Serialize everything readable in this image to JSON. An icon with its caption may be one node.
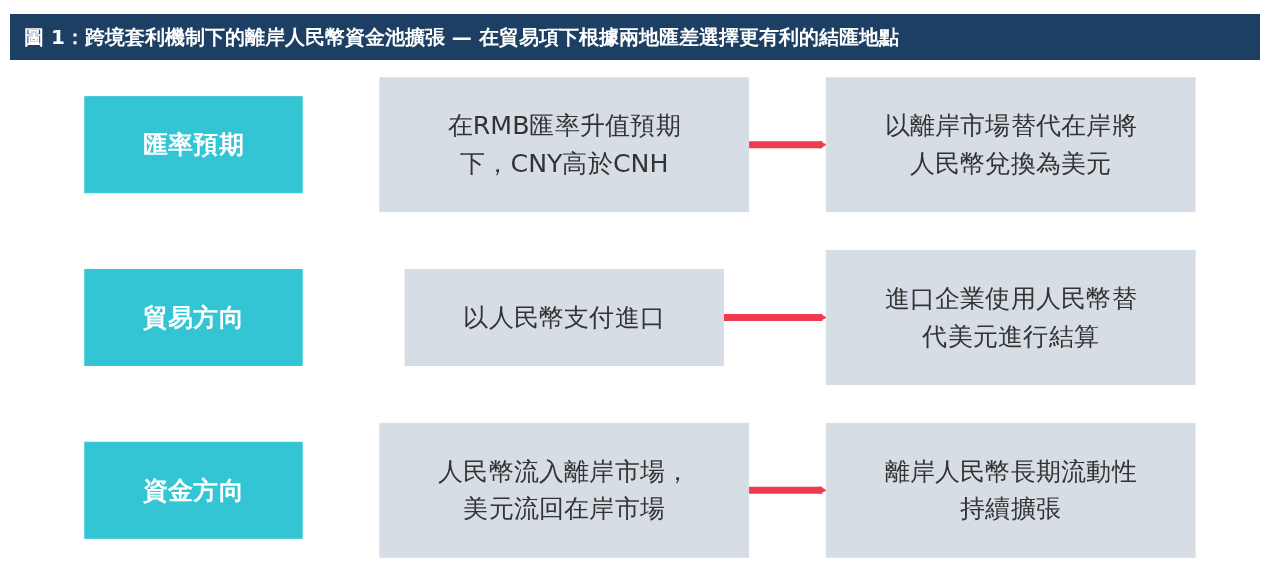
{
  "diagram": {
    "title": "圖 1：跨境套利機制下的離岸人民幣資金池擴張 — 在貿易項下根據兩地匯差選擇更有利的結匯地點",
    "nodes": [
      {
        "text": [
          "匯率預期"
        ]
      },
      {
        "text": [
          "在RMB匯率升值預期下，CNY高於CNH"
        ]
      },
      {
        "text": [
          "以離岸市場替代在岸將人民幣兌換為美元"
        ]
      },
      {
        "text": [
          "貿易方向"
        ]
      },
      {
        "text": [
          "以人民幣支付進口"
        ]
      },
      {
        "text": [
          "進口企業使用人民幣替代美元進行結算"
        ]
      },
      {
        "text": [
          "資金方向"
        ]
      },
      {
        "text": [
          "人民幣流入離岸市場，美元流回在岸市場"
        ]
      },
      {
        "text": [
          "離岸人民幣長期流動性持續擴張"
        ]
      }
    ],
    "edges": [
      {
        "from": 1,
        "to": 2,
        "arrow": "to"
      },
      {
        "from": 4,
        "to": 5,
        "arrow": "to"
      },
      {
        "from": 7,
        "to": 8,
        "arrow": "to"
      }
    ]
  }
}
